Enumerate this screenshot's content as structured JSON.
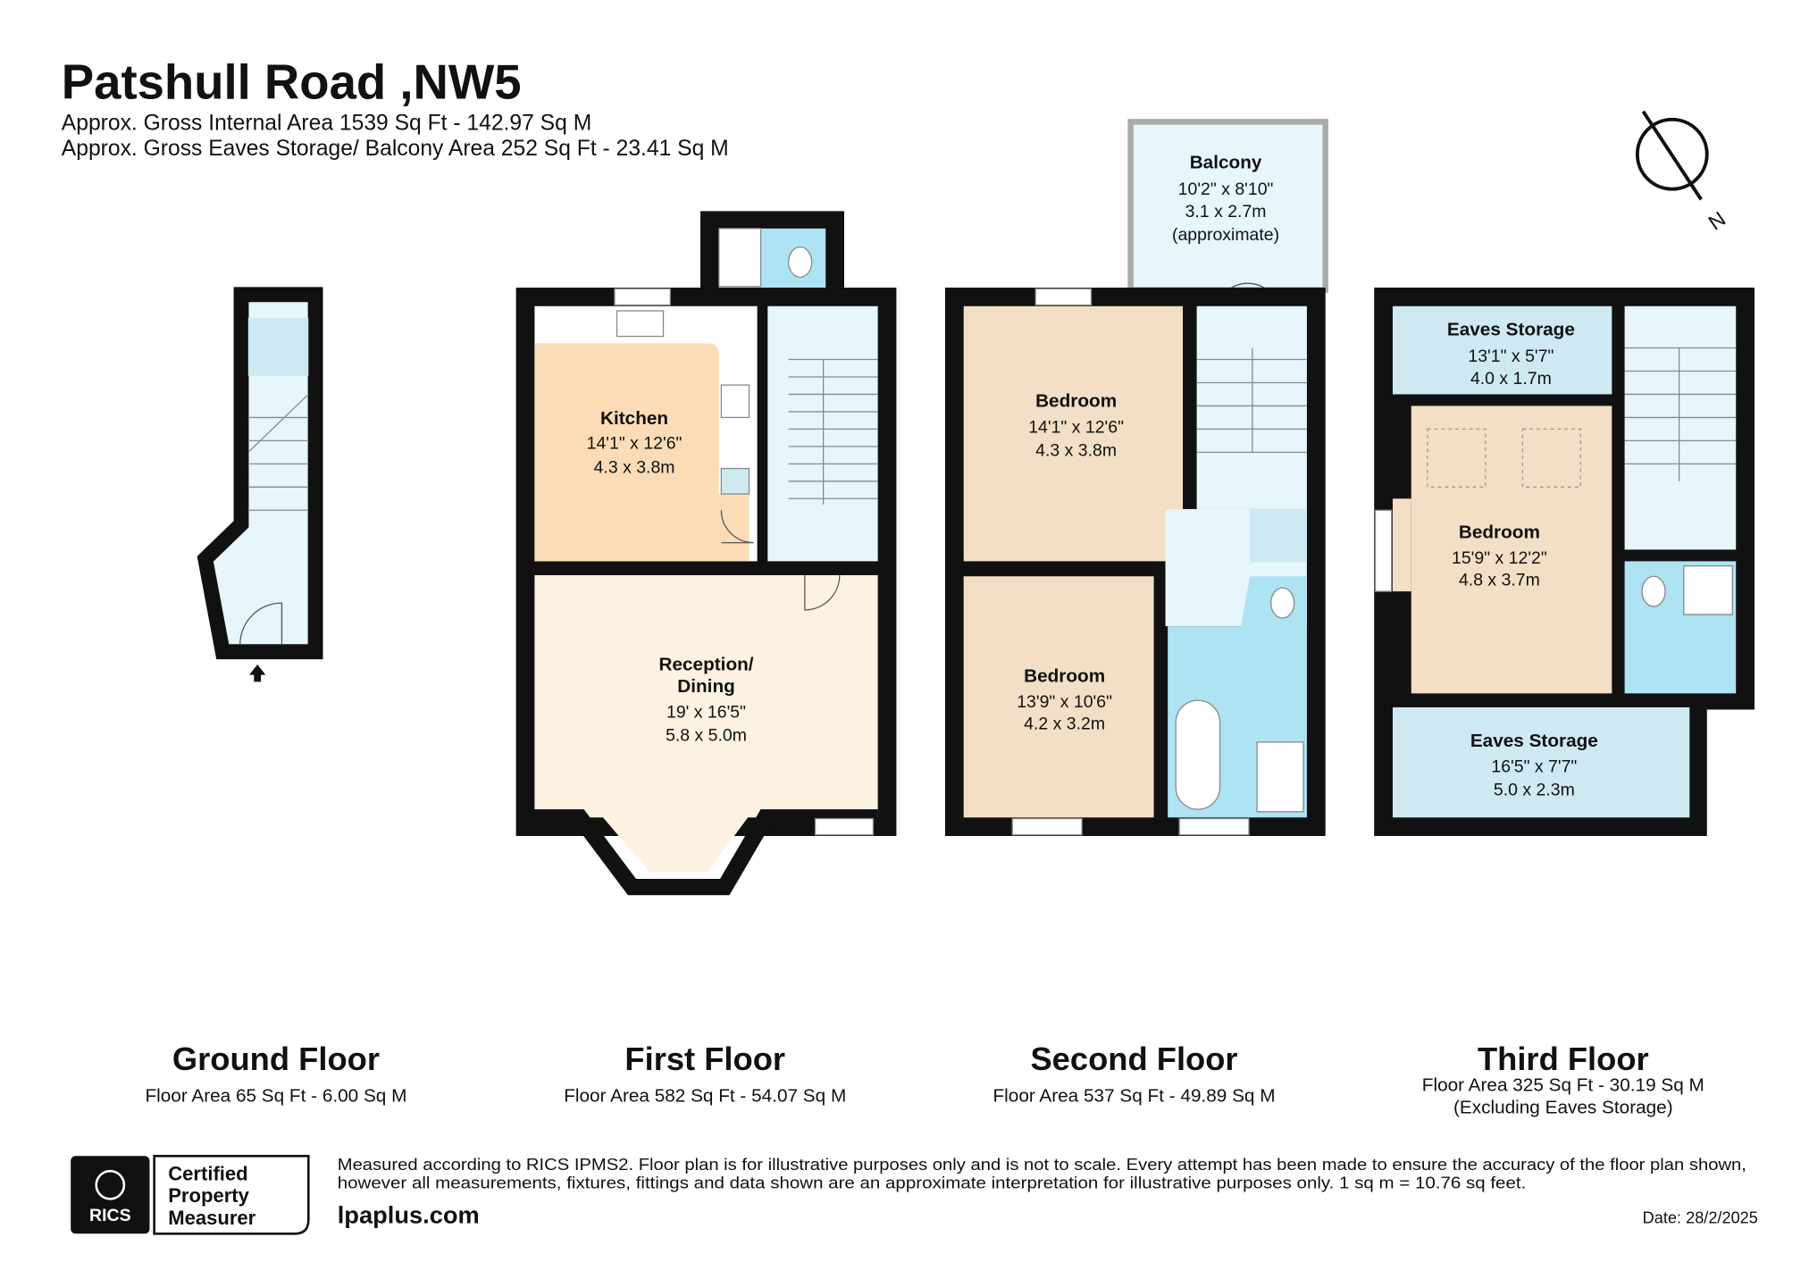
{
  "header": {
    "title": "Patshull Road ,NW5",
    "gross_internal_area": "Approx. Gross Internal Area 1539 Sq Ft - 142.97 Sq M",
    "gross_eaves_balcony_area": "Approx. Gross Eaves Storage/ Balcony Area 252 Sq Ft - 23.41 Sq M"
  },
  "compass": {
    "label": "N"
  },
  "rooms": {
    "kitchen": {
      "name": "Kitchen",
      "imperial": "14'1\" x 12'6\"",
      "metric": "4.3 x 3.8m"
    },
    "reception": {
      "name_line1": "Reception/",
      "name_line2": "Dining",
      "imperial": "19' x 16'5\"",
      "metric": "5.8 x 5.0m"
    },
    "balcony": {
      "name": "Balcony",
      "imperial": "10'2\" x 8'10\"",
      "metric": "3.1 x 2.7m",
      "note": "(approximate)"
    },
    "bedroom_2a": {
      "name": "Bedroom",
      "imperial": "14'1\" x 12'6\"",
      "metric": "4.3 x 3.8m"
    },
    "bedroom_2b": {
      "name": "Bedroom",
      "imperial": "13'9\" x 10'6\"",
      "metric": "4.2 x 3.2m"
    },
    "eaves_top": {
      "name": "Eaves Storage",
      "imperial": "13'1\" x 5'7\"",
      "metric": "4.0 x 1.7m"
    },
    "bedroom_3": {
      "name": "Bedroom",
      "imperial": "15'9\" x 12'2\"",
      "metric": "4.8 x 3.7m"
    },
    "eaves_bottom": {
      "name": "Eaves Storage",
      "imperial": "16'5\" x 7'7\"",
      "metric": "5.0 x 2.3m"
    }
  },
  "floors": [
    {
      "name": "Ground Floor",
      "area": "Floor Area 65 Sq Ft - 6.00 Sq M"
    },
    {
      "name": "First Floor",
      "area": "Floor Area 582 Sq Ft - 54.07 Sq M"
    },
    {
      "name": "Second Floor",
      "area": "Floor Area 537 Sq Ft - 49.89 Sq M"
    },
    {
      "name": "Third Floor",
      "area": "Floor Area 325 Sq Ft - 30.19 Sq M",
      "note": "(Excluding Eaves Storage)"
    }
  ],
  "footer": {
    "logo_text": "RICS",
    "badge_lines": [
      "Certified",
      "Property",
      "Measurer"
    ],
    "disclaimer_line1": "Measured according to RICS IPMS2. Floor plan is for illustrative purposes only and is not to scale. Every attempt has been made to ensure the accuracy of the floor plan shown,",
    "disclaimer_line2": "however all measurements, fixtures, fittings and data shown are an approximate interpretation for illustrative purposes only. 1 sq m = 10.76 sq feet.",
    "website": "lpaplus.com",
    "date": "Date: 28/2/2025"
  },
  "colors": {
    "wall": "#111111",
    "kitchen": "#fbdcb6",
    "reception": "#fdf1e2",
    "bedroom": "#f2dfc5",
    "bathroom": "#aee3f3",
    "hall": "#e6f6fb",
    "eaves": "#cfe9f3"
  }
}
